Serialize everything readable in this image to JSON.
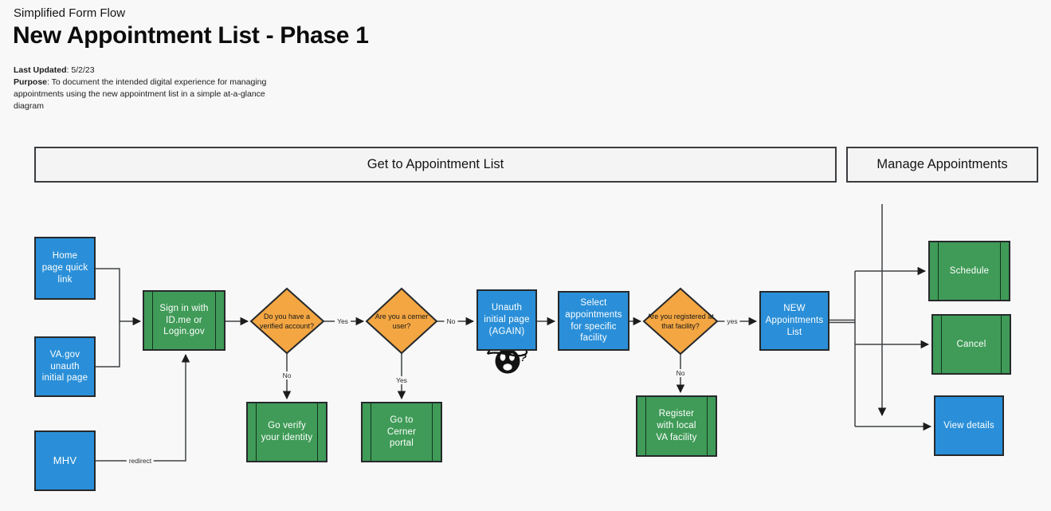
{
  "page": {
    "kicker": "Simplified Form Flow",
    "title": "New Appointment List - Phase 1",
    "last_updated_label": "Last Updated",
    "last_updated_value": ": 5/2/23",
    "purpose_label": "Purpose",
    "purpose_text": ": To document the intended digital experience for managing appointments using the new appointment list in a simple at-a-glance diagram"
  },
  "sections": {
    "get_to_appointment_list": "Get to Appointment List",
    "manage_appointments": "Manage Appointments"
  },
  "nodes": {
    "home_quick_link": "Home page quick link",
    "va_unauth": "VA.gov unauth initial page",
    "mhv": "MHV",
    "sign_in": "Sign in with ID.me or Login.gov",
    "go_verify": "Go verify your identity",
    "cerner_portal": "Go to Cerner portal",
    "unauth_again": "Unauth initial page (AGAIN)",
    "select_appts": "Select appointments for specific facility",
    "register_facility": "Register with local VA facility",
    "new_list": "NEW Appointments List",
    "schedule": "Schedule",
    "cancel": "Cancel",
    "view_details": "View details"
  },
  "decisions": {
    "verified_account": "Do you have a verified account?",
    "cerner_user": "Are you a cerner user?",
    "registered_facility": "Are you registered at that facility?"
  },
  "edge_labels": {
    "verified_yes": "Yes",
    "verified_no": "No",
    "cerner_no": "No",
    "cerner_yes": "Yes",
    "registered_yes": "yes",
    "registered_no": "No",
    "mhv_redirect": "redirect"
  },
  "icons": {
    "confused_face": "dizzy-confused-face-with-question-marks",
    "question_mark": "?"
  },
  "colors": {
    "blue": "#2a8fd8",
    "green": "#3f9b57",
    "orange": "#f3a642",
    "border": "#26292c",
    "background": "#f8f8f8"
  }
}
